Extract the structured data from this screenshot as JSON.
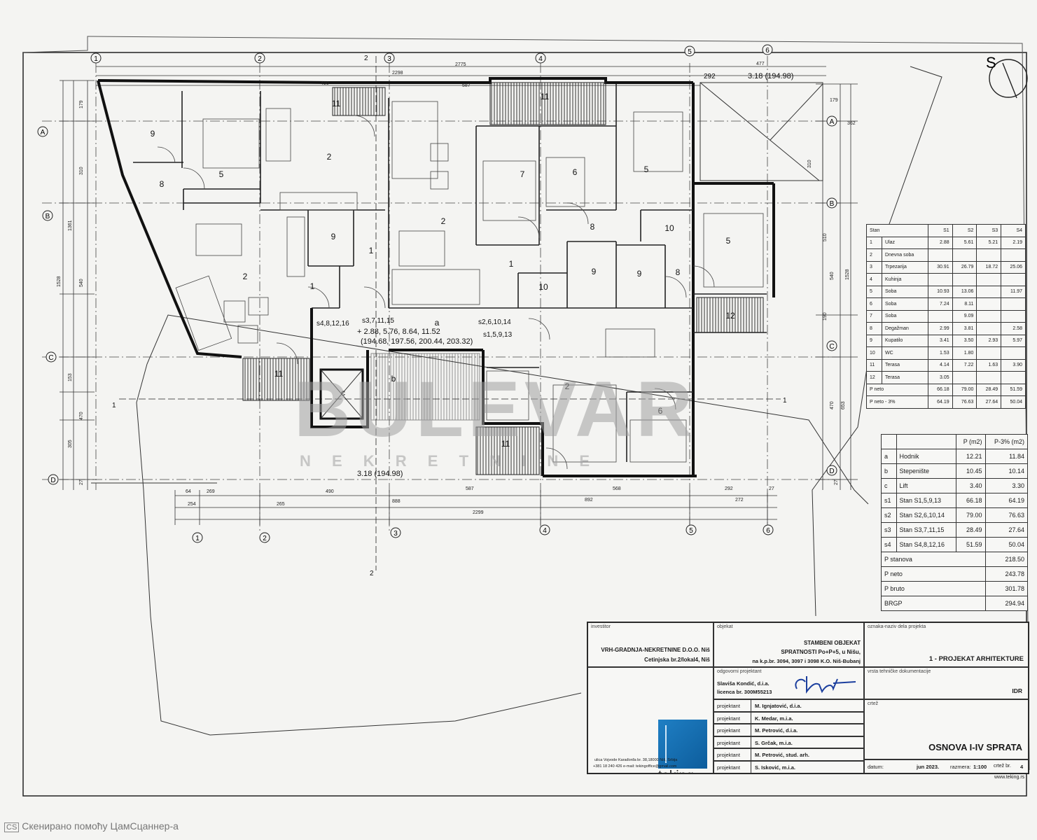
{
  "north": "S",
  "dims_top": [
    "2298",
    "2775",
    "477",
    "490",
    "587",
    "179",
    "362"
  ],
  "dims_bottom": [
    "64",
    "269",
    "490",
    "587",
    "568",
    "292",
    "27",
    "254",
    "265",
    "888",
    "892",
    "272",
    "2299"
  ],
  "dims_left": [
    "179",
    "310",
    "1361",
    "540",
    "1528",
    "153",
    "470",
    "305",
    "27"
  ],
  "dims_right": [
    "310",
    "510",
    "540",
    "1528",
    "190",
    "470",
    "653",
    "27"
  ],
  "levels": {
    "top": "3.18 (194.98)",
    "bottom": "3.18 (194.98)",
    "hall_1": "+ 2.88, 5.76, 8.64, 11.52",
    "hall_2": "(194.68, 197.56, 200.44, 203.32)",
    "small": "292"
  },
  "grid": {
    "cols": [
      "1",
      "2",
      "3",
      "4",
      "5",
      "6"
    ],
    "rows": [
      "A",
      "B",
      "C",
      "D"
    ]
  },
  "section_marks": [
    "1",
    "1",
    "2",
    "2"
  ],
  "rooms": [
    "9",
    "5",
    "2",
    "11",
    "11",
    "5",
    "8",
    "7",
    "6",
    "9",
    "1",
    "2",
    "8",
    "10",
    "9",
    "9",
    "2",
    "1",
    "10",
    "8",
    "5",
    "12",
    "1",
    "11",
    "c",
    "b",
    "2",
    "11",
    "6",
    "a"
  ],
  "apartment_tags": [
    "s4,8,12,16",
    "s3,7,11,15",
    "s2,6,10,14",
    "s1,5,9,13"
  ],
  "stan_table": {
    "headers": [
      "Stan",
      "S1",
      "S2",
      "S3",
      "S4"
    ],
    "rows": [
      [
        "1",
        "Ulaz",
        "2.88",
        "5.61",
        "5.21",
        "2.19"
      ],
      [
        "2",
        "Dnevna soba",
        "",
        "",
        "",
        ""
      ],
      [
        "3",
        "Trpezarija",
        "30.91",
        "26.79",
        "18.72",
        "25.06"
      ],
      [
        "4",
        "Kuhinja",
        "",
        "",
        "",
        ""
      ],
      [
        "5",
        "Soba",
        "10.93",
        "13.06",
        "",
        "11.97"
      ],
      [
        "6",
        "Soba",
        "7.24",
        "8.11",
        "",
        ""
      ],
      [
        "7",
        "Soba",
        "",
        "9.09",
        "",
        ""
      ],
      [
        "8",
        "Degažman",
        "2.99",
        "3.81",
        "",
        "2.58"
      ],
      [
        "9",
        "Kupatilo",
        "3.41",
        "3.50",
        "2.93",
        "5.97"
      ],
      [
        "10",
        "WC",
        "1.53",
        "1.80",
        "",
        ""
      ],
      [
        "11",
        "Terasa",
        "4.14",
        "7.22",
        "1.63",
        "3.90"
      ],
      [
        "12",
        "Terasa",
        "3.05",
        "",
        "",
        ""
      ]
    ],
    "totals": [
      [
        "P neto",
        "66.18",
        "79.00",
        "28.49",
        "51.59"
      ],
      [
        "P neto - 3%",
        "64.19",
        "76.63",
        "27.64",
        "50.04"
      ]
    ]
  },
  "area_table": {
    "headers": [
      "",
      "",
      "P (m2)",
      "P-3% (m2)"
    ],
    "rows": [
      [
        "a",
        "Hodnik",
        "12.21",
        "11.84"
      ],
      [
        "b",
        "Stepenište",
        "10.45",
        "10.14"
      ],
      [
        "c",
        "Lift",
        "3.40",
        "3.30"
      ],
      [
        "s1",
        "Stan S1,5,9,13",
        "66.18",
        "64.19"
      ],
      [
        "s2",
        "Stan S2,6,10,14",
        "79.00",
        "76.63"
      ],
      [
        "s3",
        "Stan S3,7,11,15",
        "28.49",
        "27.64"
      ],
      [
        "s4",
        "Stan S4,8,12,16",
        "51.59",
        "50.04"
      ]
    ],
    "totals": [
      [
        "P stanova",
        "218.50"
      ],
      [
        "P neto",
        "243.78"
      ],
      [
        "P bruto",
        "301.78"
      ],
      [
        "BRGP",
        "294.94"
      ]
    ]
  },
  "title_block": {
    "investor_label": "investitor",
    "investor_1": "VRH-GRADNJA-NEKRETNINE D.O.O. Niš",
    "investor_2": "Cetinjska br.2/lokal4, Niš",
    "object_label": "objekat",
    "object_1": "STAMBENI OBJEKAT",
    "object_2": "SPRATNOSTI Po+P+5, u Nišu,",
    "object_3": "na k.p.br. 3094, 3097 i 3098 K.O. Niš-Bubanj",
    "project_label": "oznaka-naziv dela projekta",
    "project": "1 - PROJEKAT ARHITEKTURE",
    "resp_label": "odgovorni projektant",
    "resp_1": "Slaviša Kondić, d.i.a.",
    "resp_2": "licenca br. 300M55213",
    "doc_label": "vrsta tehničke dokumentacije",
    "doc": "IDR",
    "drawing_label": "crtež",
    "drawing": "OSNOVA I-IV SPRATA",
    "designers": [
      [
        "projektant",
        "M. Ignjatović, d.i.a."
      ],
      [
        "projektant",
        "K. Medar, m.i.a."
      ],
      [
        "projektant",
        "M. Petrović, d.i.a."
      ],
      [
        "projektant",
        "S. Grčak, m.i.a."
      ],
      [
        "projektant",
        "M. Petrović, stud. arh."
      ],
      [
        "projektant",
        "S. Isković, m.i.a."
      ]
    ],
    "company_1": "teking",
    "company_2": "architecture",
    "address": "ulica Vojvode Karađorđa br. 38,18000 Niš, Srbija",
    "contact": "+381 18 240 426  e-mail: tekingoffice@gmail.com",
    "date_label": "datum:",
    "date": "jun 2023.",
    "scale_label": "razmera:",
    "scale": "1:100",
    "sheet_label": "crtež br.",
    "sheet": "4",
    "website": "www.teking.rs"
  },
  "watermark_1": "BULEVAR",
  "watermark_2": "N E K R E T N I N E",
  "footer_cs": "CS",
  "footer": "Скенирано помоћу ЦамСцаннер-а"
}
